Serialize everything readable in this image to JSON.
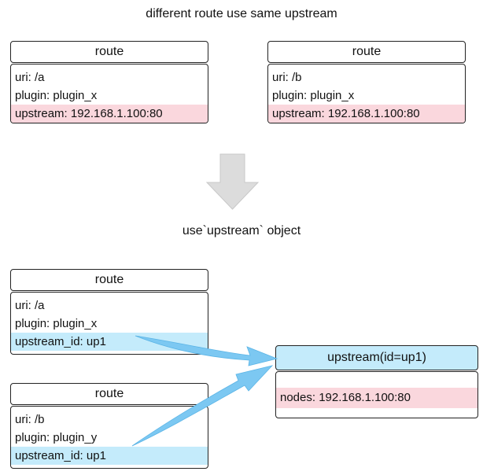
{
  "top_caption": "different route use same upstream",
  "mid_caption": "use`upstream` object",
  "before": {
    "route_a": {
      "title": "route",
      "uri": "uri: /a",
      "plugin": "plugin: plugin_x",
      "upstream": "upstream: 192.168.1.100:80"
    },
    "route_b": {
      "title": "route",
      "uri": "uri: /b",
      "plugin": "plugin: plugin_x",
      "upstream": "upstream: 192.168.1.100:80"
    }
  },
  "after": {
    "route_a": {
      "title": "route",
      "uri": "uri: /a",
      "plugin": "plugin: plugin_x",
      "upstream_id": "upstream_id: up1"
    },
    "route_b": {
      "title": "route",
      "uri": "uri: /b",
      "plugin": "plugin: plugin_y",
      "upstream_id": "upstream_id: up1"
    },
    "upstream": {
      "title": "upstream(id=up1)",
      "nodes": "nodes: 192.168.1.100:80"
    }
  },
  "colors": {
    "pink_highlight": "#fad7dd",
    "blue_highlight": "#c4ebfb",
    "arrow_blue": "#7cc8f2",
    "down_arrow_gray": "#dcdcdc"
  }
}
